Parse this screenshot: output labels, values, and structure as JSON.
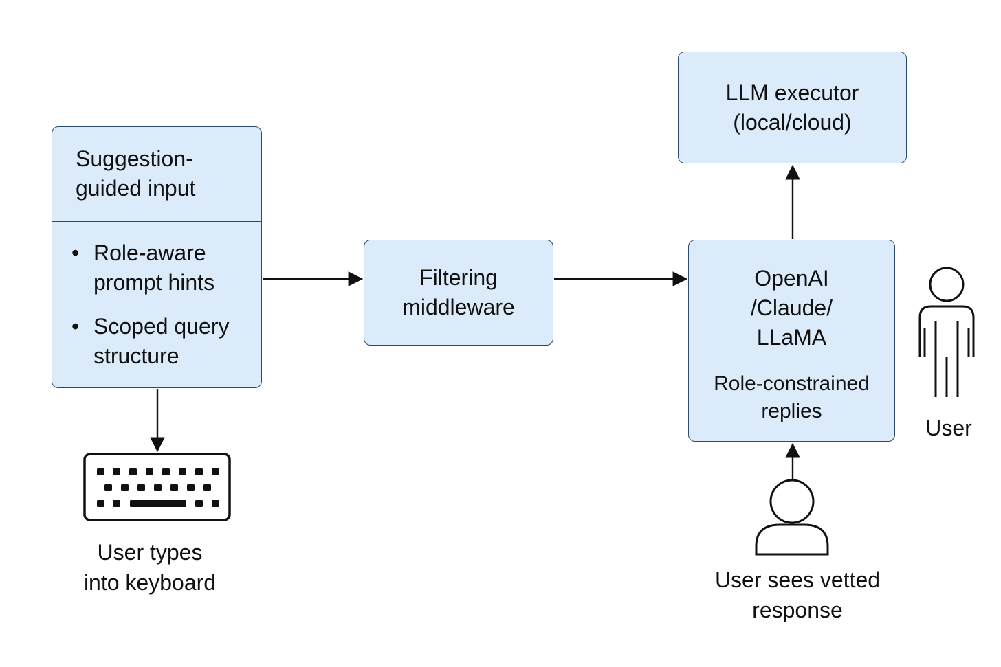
{
  "input_box": {
    "title_line1": "Suggestion-",
    "title_line2": "guided input",
    "bullets": [
      {
        "line1": "Role-aware",
        "line2": "prompt hints"
      },
      {
        "line1": "Scoped query",
        "line2": "structure"
      }
    ]
  },
  "filter_box": {
    "line1": "Filtering",
    "line2": "middleware"
  },
  "llm_box": {
    "line1": "LLM executor",
    "line2": "(local/cloud)"
  },
  "model_box": {
    "name_line1": "OpenAI",
    "name_line2": "/Claude/",
    "name_line3": "LLaMA",
    "sub_line1": "Role-constrained",
    "sub_line2": "replies"
  },
  "keyboard_label": {
    "line1": "User types",
    "line2": "into keyboard"
  },
  "viewer_label": {
    "line1": "User sees vetted",
    "line2": "response"
  },
  "user_label": "User",
  "icons": [
    "keyboard-icon",
    "user-bust-icon",
    "user-figure-icon"
  ],
  "colors": {
    "box_fill": "#dcebfa",
    "box_border": "#2c4a6b",
    "line": "#111111"
  }
}
